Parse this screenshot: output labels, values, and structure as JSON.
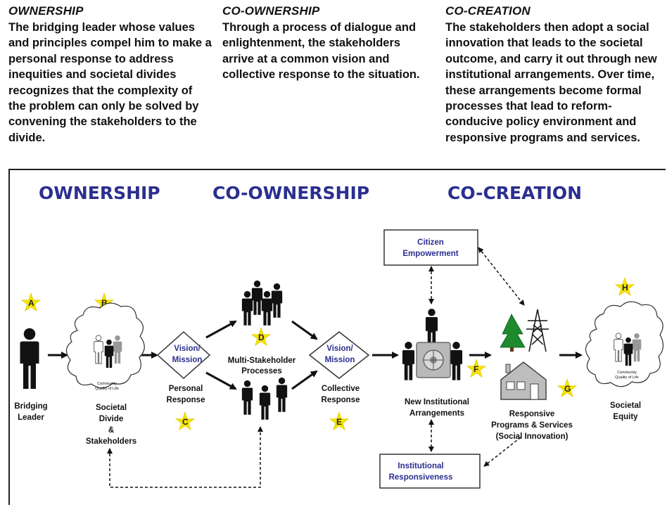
{
  "columns": [
    {
      "heading": "OWNERSHIP",
      "body": "The bridging leader whose values and principles compel him to make a personal response to address inequities and societal divides recognizes that the complexity of the problem can only be solved by convening the stakeholders to the divide."
    },
    {
      "heading": "CO-OWNERSHIP",
      "body": "Through a process of dialogue and enlightenment, the stakeholders arrive at a common vision and collective response to the situation."
    },
    {
      "heading": "CO-CREATION",
      "body": "The stakeholders then adopt a social innovation that leads to the societal outcome, and carry it out through new institutional arrangements. Over time, these arrangements become formal processes that lead to reform-conducive policy environment and responsive programs and services."
    }
  ],
  "diagram": {
    "phases": [
      "OWNERSHIP",
      "CO-OWNERSHIP",
      "CO-CREATION"
    ],
    "nodes": {
      "bridging_leader": [
        "Bridging",
        "Leader"
      ],
      "societal_divide": [
        "Societal",
        "Divide",
        "&",
        "Stakeholders"
      ],
      "vision_mission_1": [
        "Vision/",
        "Mission"
      ],
      "personal_response": [
        "Personal",
        "Response"
      ],
      "multi_stakeholder": [
        "Multi-Stakeholder",
        "Processes"
      ],
      "vision_mission_2": [
        "Vision/",
        "Mission"
      ],
      "collective_response": [
        "Collective",
        "Response"
      ],
      "citizen_empowerment": [
        "Citizen",
        "Empowerment"
      ],
      "new_institutional": [
        "New Institutional",
        "Arrangements"
      ],
      "institutional_responsiveness": [
        "Institutional",
        "Responsiveness"
      ],
      "responsive_programs": [
        "Responsive",
        "Programs & Services",
        "(Social Innovation)"
      ],
      "societal_equity": [
        "Societal",
        "Equity"
      ],
      "community_quality_1": [
        "Community",
        "Quality of Life"
      ],
      "community_quality_2": [
        "Community",
        "Quality of Life"
      ]
    },
    "stars": [
      "A",
      "B",
      "C",
      "D",
      "E",
      "F",
      "G",
      "H"
    ],
    "colors": {
      "phase_text": "#2b2f8f",
      "star": "#f7e400",
      "tree": "#1e8a2e"
    }
  }
}
